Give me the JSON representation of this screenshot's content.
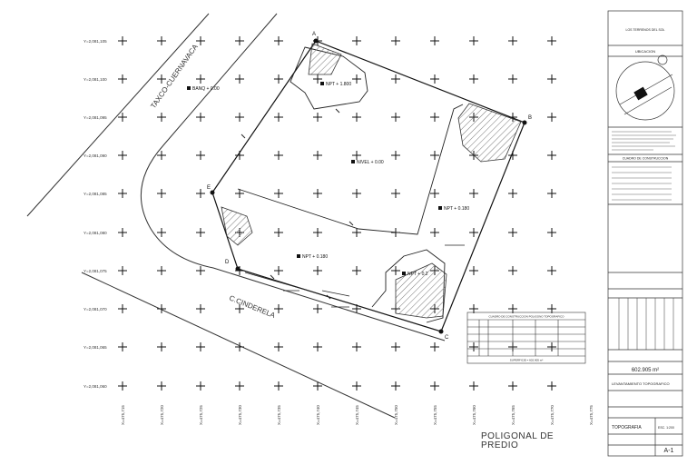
{
  "grid": {
    "y_labels": [
      "Y=2,081,105",
      "Y=2,081,100",
      "Y=2,081,095",
      "Y=2,081,090",
      "Y=2,081,085",
      "Y=2,081,080",
      "Y=2,081,075",
      "Y=2,081,070",
      "Y=2,081,065",
      "Y=2,081,060"
    ],
    "x_labels": [
      "X=475,715",
      "X=475,720",
      "X=475,725",
      "X=475,730",
      "X=475,735",
      "X=475,740",
      "X=475,745",
      "X=475,750",
      "X=475,755",
      "X=475,760",
      "X=475,765",
      "X=475,770",
      "X=475,775"
    ]
  },
  "streets": {
    "taxco": "TAXCO-CUERNAVACA",
    "cinderela": "C.CINDERELA"
  },
  "vertices": [
    "A",
    "B",
    "C",
    "D",
    "E"
  ],
  "levels": {
    "npt_1": "NPT + 1.800",
    "banq": "BANQ + 0.00",
    "nivel": "NIVEL + 0.00",
    "npt_2": "NPT + 0.180",
    "npt_3": "NPT + 0.180",
    "npt_4": "NPT + 0.2"
  },
  "title": {
    "line1": "POLIGONAL DE",
    "line2": "PREDIO"
  },
  "panel": {
    "header": "LOS TERRENOS DEL SOL",
    "location": "UBICACION",
    "table_header": "CUADRO DE CONSTRUCCION",
    "area": "602.905 m²",
    "project": "LEVANTAMIENTO TOPOGRAFICO",
    "drawing": "TOPOGRAFIA",
    "key": "A-1",
    "scale": "ESC. 1:200"
  },
  "table": {
    "title": "CUADRO DE CONSTRUCCION POLIGONO TOPOGRAFICO",
    "footer": "SUPERFICIE = 602.905 m²"
  }
}
